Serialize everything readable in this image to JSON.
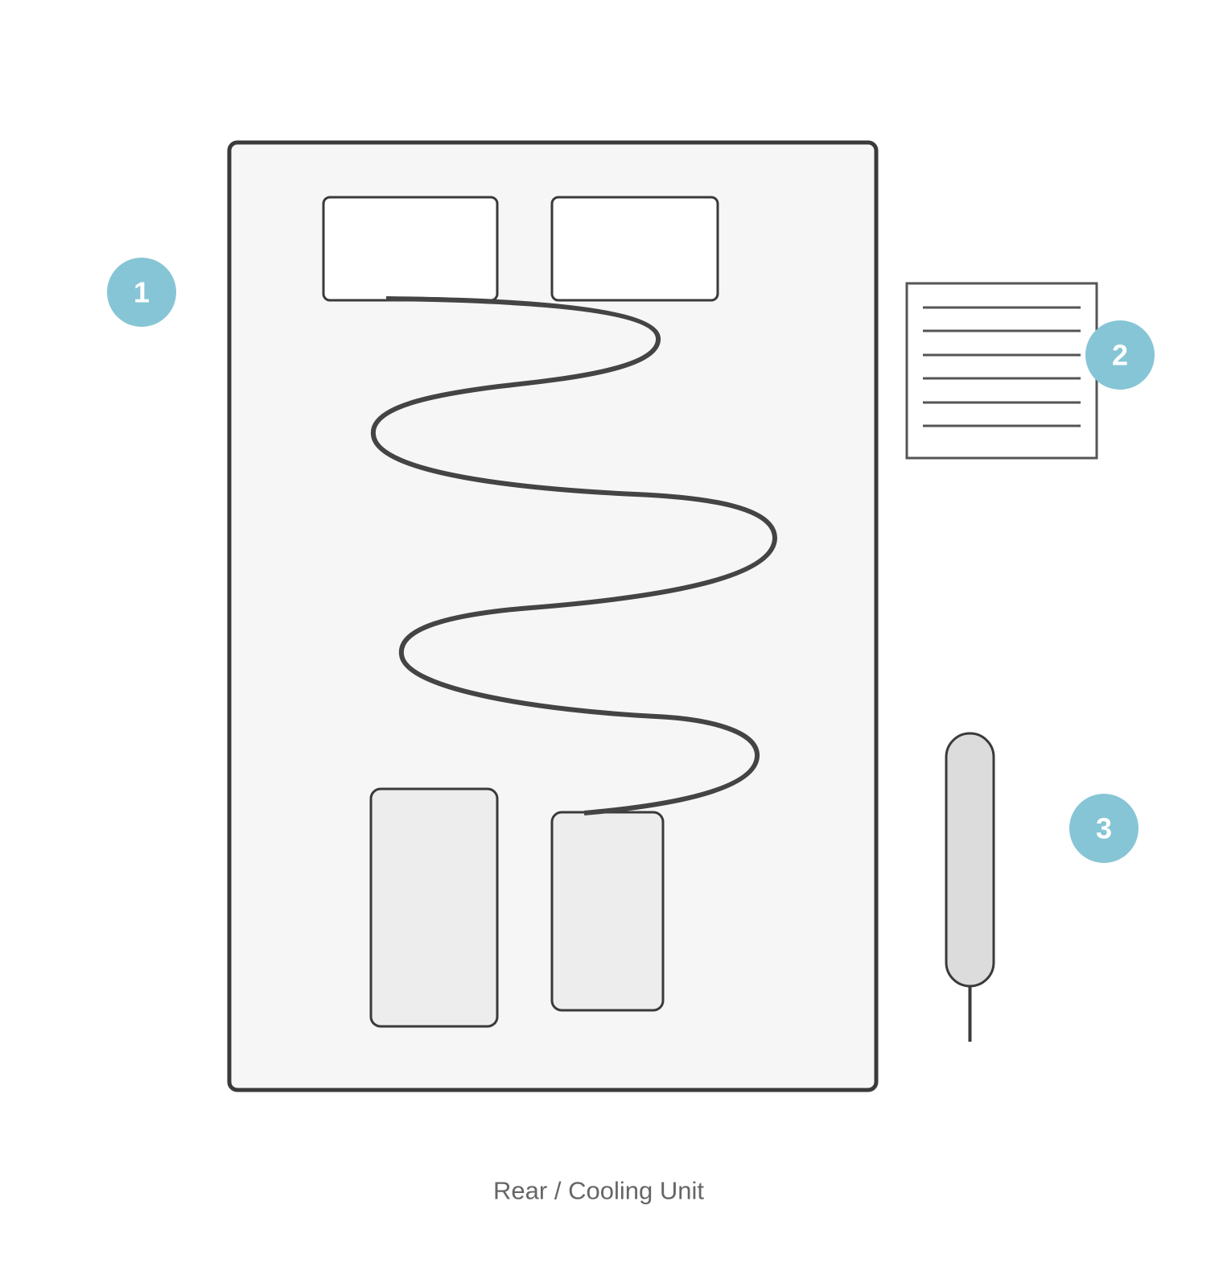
{
  "diagram": {
    "caption": "Rear / Cooling Unit",
    "callouts": [
      {
        "number": "1",
        "target": "cabinet"
      },
      {
        "number": "2",
        "target": "vent-grille"
      },
      {
        "number": "3",
        "target": "temperature-sensor-probe"
      }
    ],
    "colors": {
      "badge": "#86c5d5",
      "badge_text": "#ffffff",
      "outline": "#3a3a3a",
      "cabinet_fill": "#f6f6f6",
      "component_fill": "#ededed",
      "probe_fill": "#dcdcdc",
      "caption": "#666666"
    }
  }
}
